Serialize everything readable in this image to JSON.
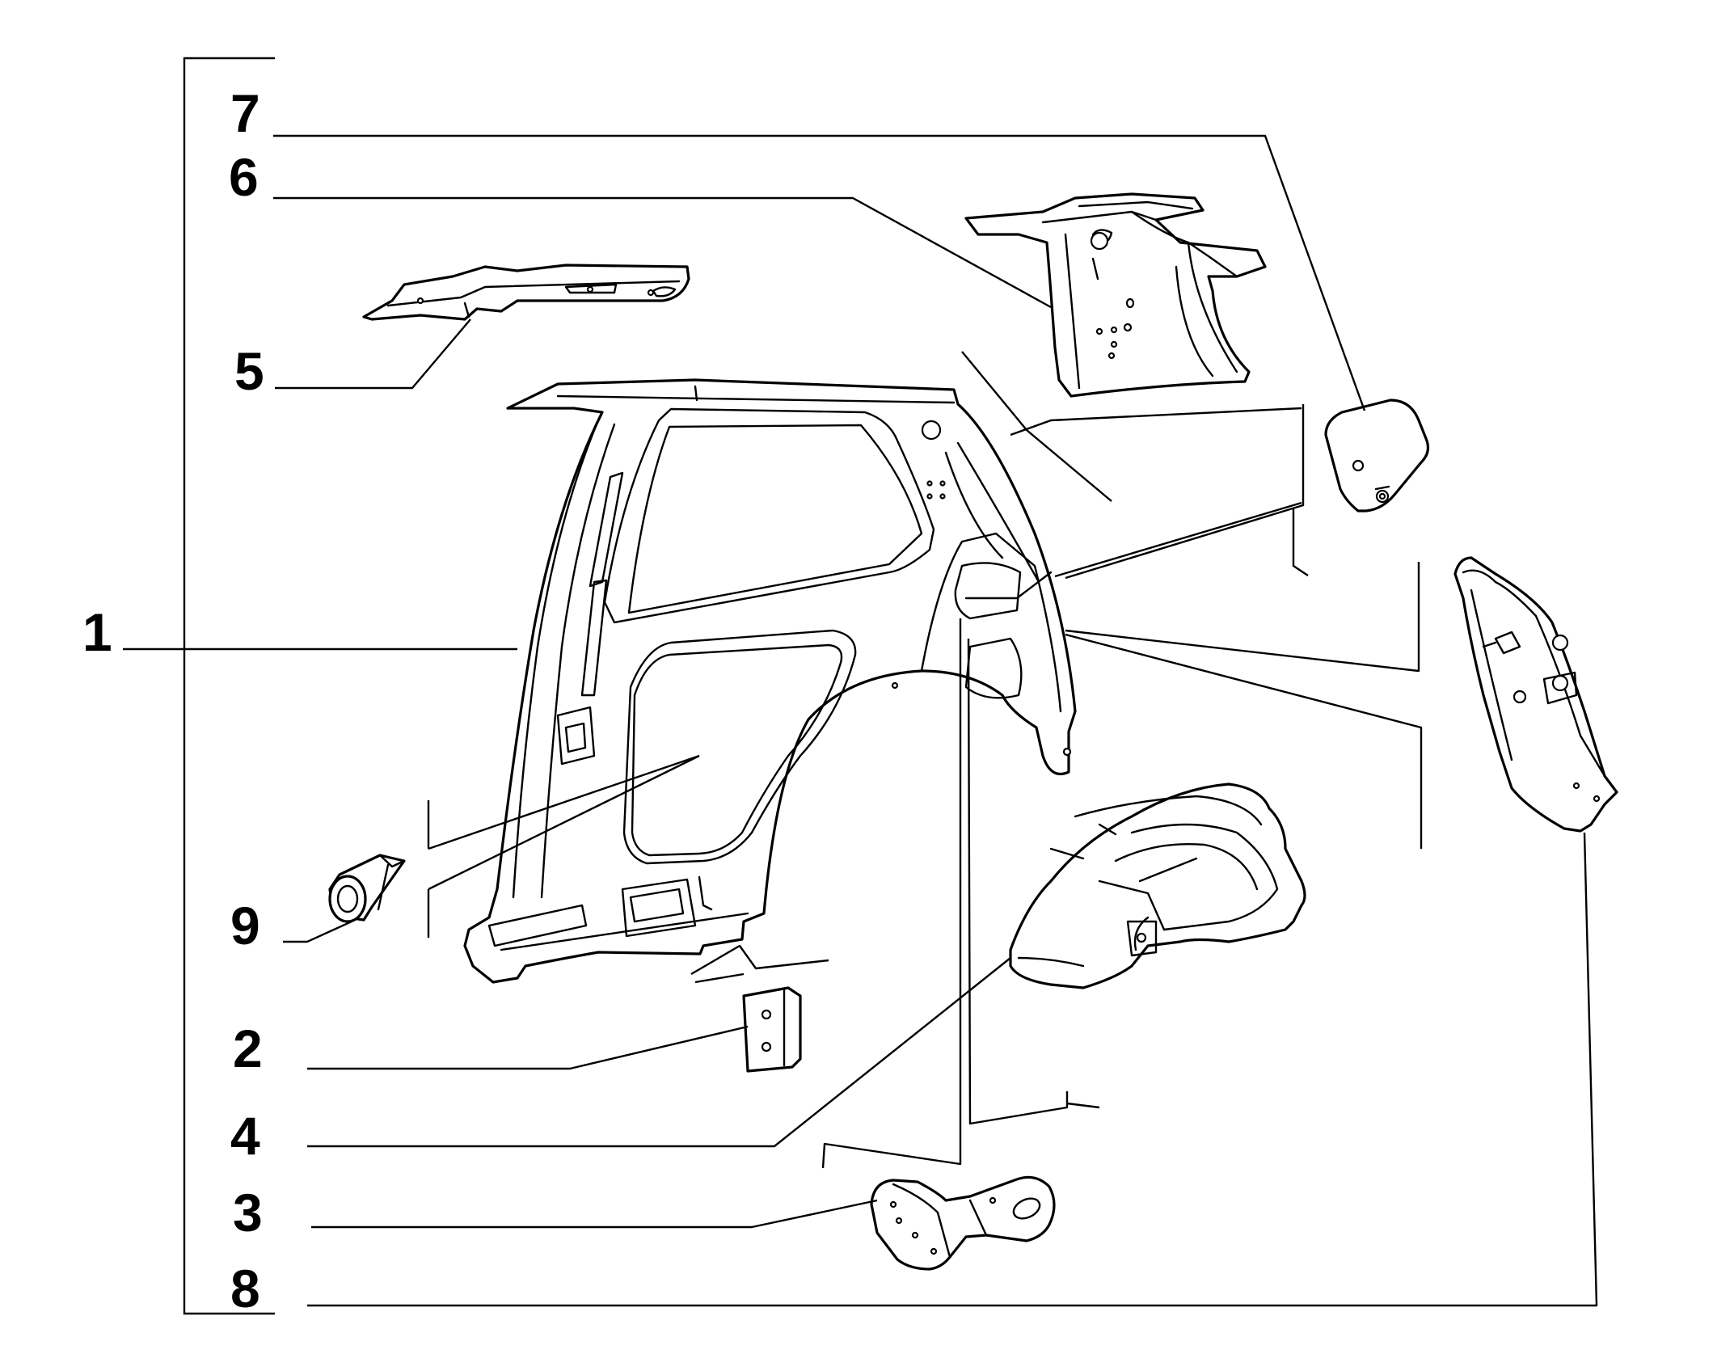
{
  "callouts": [
    {
      "id": "7",
      "text": "7"
    },
    {
      "id": "6",
      "text": "6"
    },
    {
      "id": "5",
      "text": "5"
    },
    {
      "id": "1",
      "text": "1"
    },
    {
      "id": "9",
      "text": "9"
    },
    {
      "id": "2",
      "text": "2"
    },
    {
      "id": "4",
      "text": "4"
    },
    {
      "id": "3",
      "text": "3"
    },
    {
      "id": "8",
      "text": "8"
    }
  ],
  "colors": {
    "line": "#000000",
    "background": "#ffffff"
  }
}
